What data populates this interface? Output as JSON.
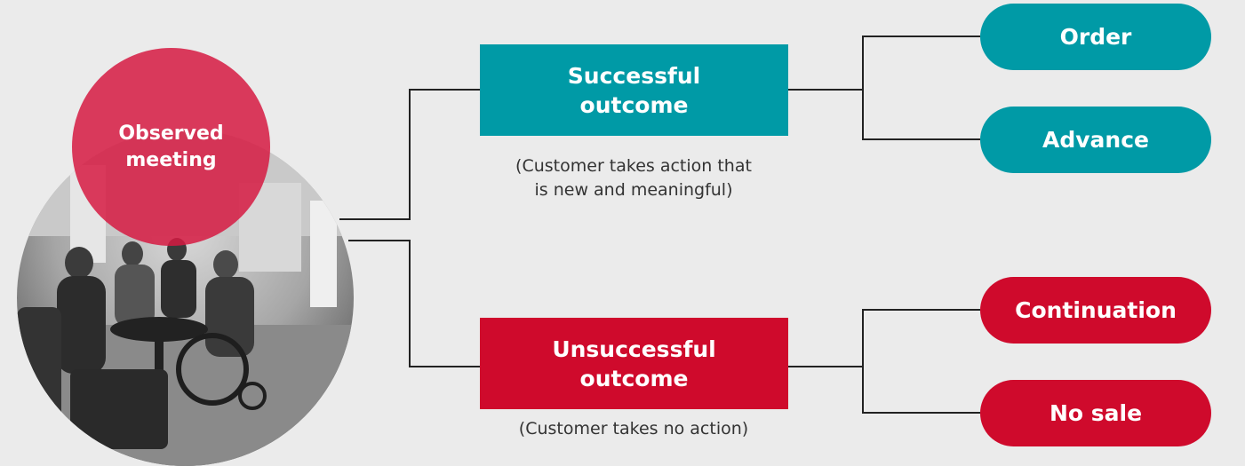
{
  "start_node": {
    "label": "Observed\nmeeting"
  },
  "outcomes": {
    "success": {
      "label": "Successful\noutcome",
      "note": "(Customer takes action that\nis new and meaningful)",
      "results": [
        "Order",
        "Advance"
      ]
    },
    "fail": {
      "label": "Unsuccessful\noutcome",
      "note": "(Customer takes no action)",
      "results": [
        "Continuation",
        "No sale"
      ]
    }
  },
  "colors": {
    "teal": "#009aa6",
    "red": "#cf0a2c",
    "circle_red": "#d61a42",
    "background": "#ebebeb"
  }
}
